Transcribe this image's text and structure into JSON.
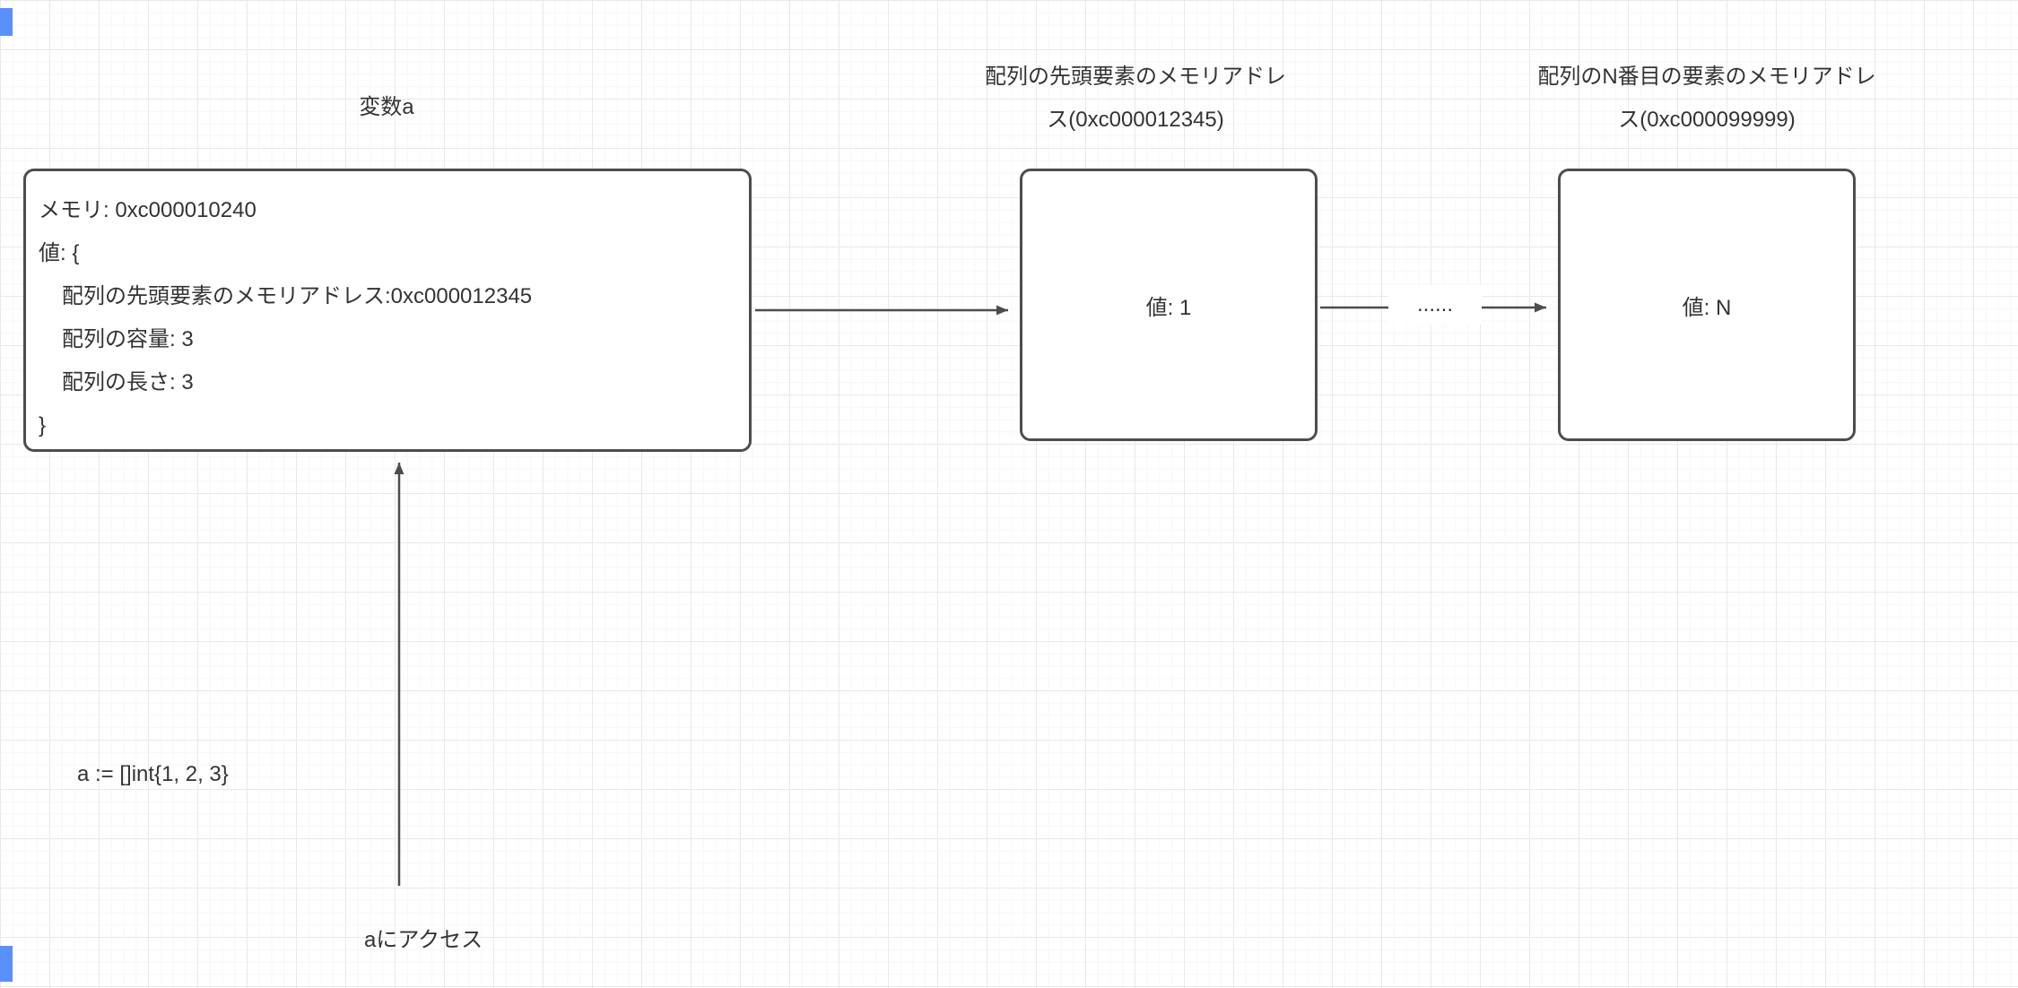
{
  "diagram": {
    "variable_box": {
      "title": "変数a",
      "lines": [
        "メモリ: 0xc000010240",
        "値: {",
        "配列の先頭要素のメモリアドレス:0xc000012345",
        "配列の容量: 3",
        "配列の長さ: 3",
        "}"
      ]
    },
    "first_element_box": {
      "label_line1": "配列の先頭要素のメモリアドレ",
      "label_line2": "ス(0xc000012345)",
      "value": "値: 1"
    },
    "nth_element_box": {
      "label_line1": "配列のN番目の要素のメモリアドレ",
      "label_line2": "ス(0xc000099999)",
      "value": "値: N"
    },
    "connector_label": "......",
    "code_annotation": "a := []int{1, 2, 3}",
    "access_annotation": "aにアクセス"
  },
  "colors": {
    "shape_border": "#4d4d4d",
    "text": "#333333",
    "accent_blue": "#5b8ff9",
    "grid_major": "#e9e9e9",
    "grid_minor": "#f7f7f7",
    "background": "#ffffff"
  }
}
